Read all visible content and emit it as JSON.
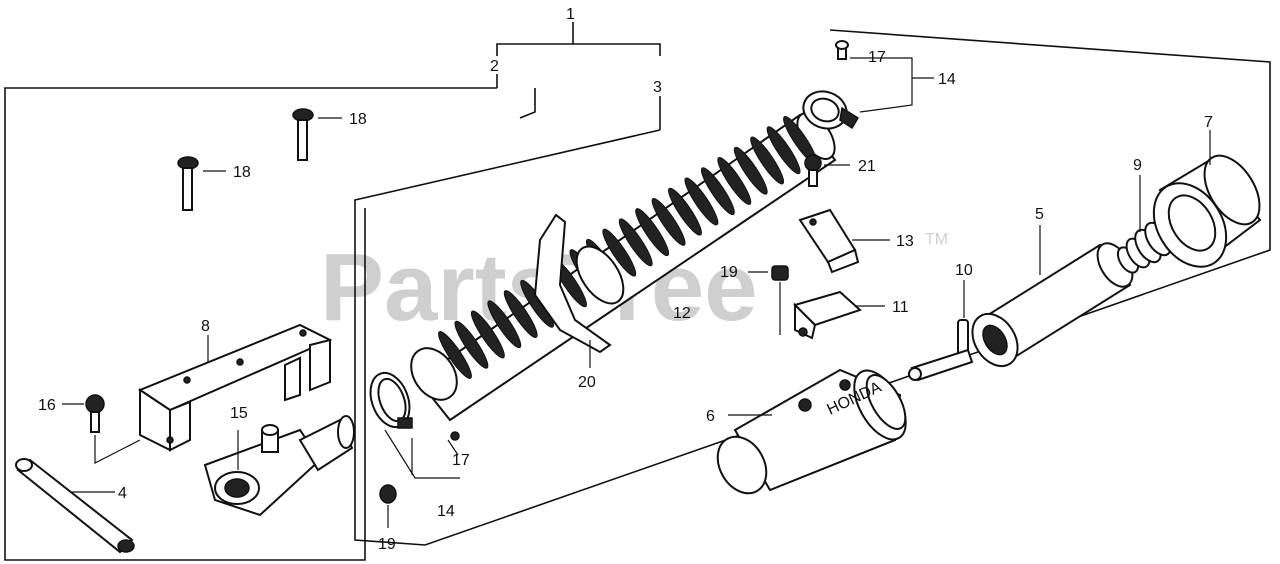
{
  "watermark": {
    "text": "PartsTree",
    "trademark": "TM"
  },
  "callouts": {
    "c1": "1",
    "c2": "2",
    "c3": "3",
    "c4": "4",
    "c5": "5",
    "c6": "6",
    "c7": "7",
    "c8": "8",
    "c9": "9",
    "c10": "10",
    "c11": "11",
    "c12": "12",
    "c13": "13",
    "c14a": "14",
    "c14b": "14",
    "c15": "15",
    "c16": "16",
    "c17a": "17",
    "c17b": "17",
    "c18a": "18",
    "c18b": "18",
    "c19a": "19",
    "c19b": "19",
    "c20": "20",
    "c21": "21"
  },
  "labels": {
    "muffler_marking": "HONDA"
  }
}
